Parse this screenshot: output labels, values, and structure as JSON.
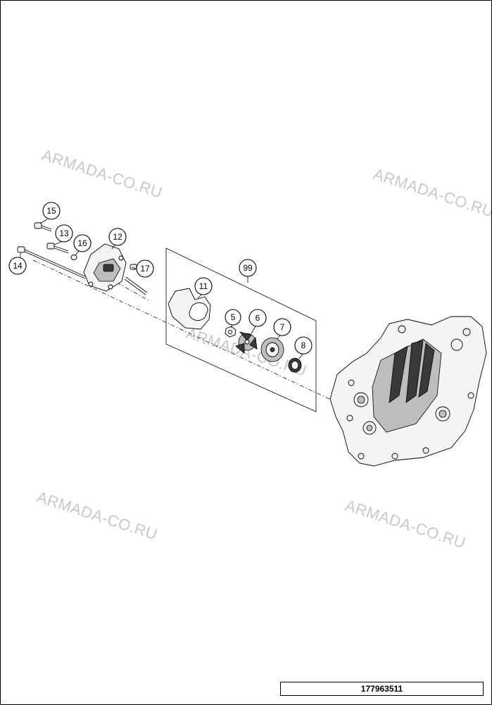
{
  "watermark": "ARMADA-CO.RU",
  "document_number": "177963511",
  "callouts": {
    "c5": "5",
    "c6": "6",
    "c7": "7",
    "c8": "8",
    "c11": "11",
    "c12": "12",
    "c13": "13",
    "c14": "14",
    "c15": "15",
    "c16": "16",
    "c17": "17",
    "c99": "99"
  }
}
